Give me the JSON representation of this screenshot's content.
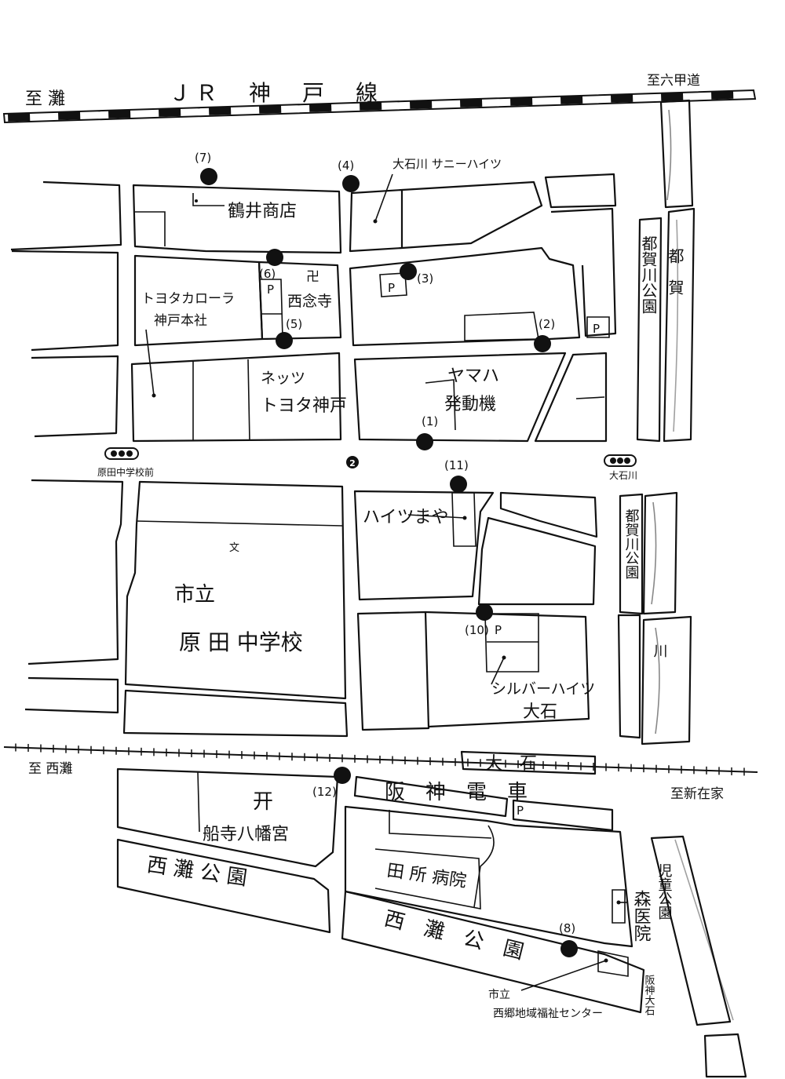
{
  "rail_jr": {
    "name": "ＪＲ　神　戸　線",
    "to_left": "至 灘",
    "to_right": "至六甲道"
  },
  "rail_hanshin": {
    "name": "阪　神　電　車",
    "to_left": "至 西灘",
    "to_right": "至新在家",
    "station": "大　石"
  },
  "markers": [
    {
      "num": "(1)"
    },
    {
      "num": "(2)"
    },
    {
      "num": "(3)"
    },
    {
      "num": "(4)"
    },
    {
      "num": "(5)"
    },
    {
      "num": "(6)"
    },
    {
      "num": "(7)"
    },
    {
      "num": "(8)"
    },
    {
      "num": "(10)"
    },
    {
      "num": "(11)"
    },
    {
      "num": "(12)"
    }
  ],
  "places": {
    "tsurui": "鶴井商店",
    "sunny": "大石川 サニーハイツ",
    "toyota_corolla_1": "トヨタカローラ",
    "toyota_corolla_2": "神戸本社",
    "sainenji_mark": "卍",
    "sainenji": "西念寺",
    "netz_1": "ネッツ",
    "netz_2": "トヨタ神戸",
    "yamaha_1": "ヤマハ",
    "yamaha_2": "発動機",
    "heights_maya": "ハイツまや",
    "school_mark": "文",
    "school_1": "市立",
    "school_2": "原 田 中学校",
    "silver_1": "シルバーハイツ",
    "silver_2": "大石",
    "shrine_mark": "开",
    "shrine": "船寺八幡宮",
    "nishinada_park_left": "西 灘 公 園",
    "nishinada_park_right": "西　灘　公　園",
    "tadokoro": "田 所 病院",
    "mori": "森医院",
    "center_1": "市立",
    "center_2": "西郷地域福祉センター",
    "hanshin_ishi": "阪神大石",
    "tsugagawa_top": "都賀川公園",
    "tsugagawa_mid": "都賀川公園",
    "tsuga_river_top": "都　賀",
    "tsuga_river_mid": "川",
    "jido_park": "児童公園",
    "parking": "P"
  },
  "signals": {
    "harada": "原田中学校前",
    "oishigawa": "大石川",
    "route_badge": "2"
  }
}
